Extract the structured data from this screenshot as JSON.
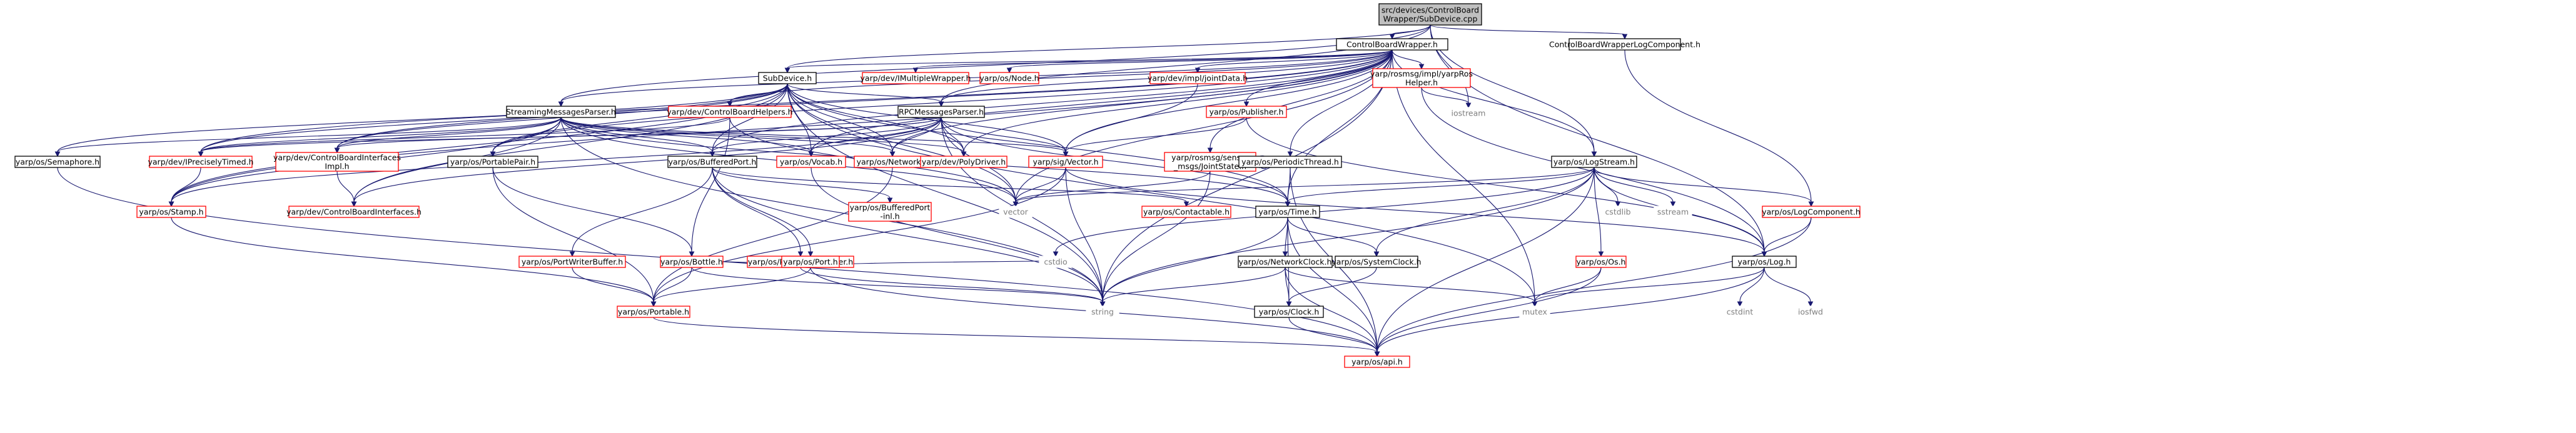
{
  "graph": {
    "nodes": [
      {
        "id": "root",
        "lines": [
          "src/devices/ControlBoard",
          "Wrapper/SubDevice.cpp"
        ],
        "style": "root"
      },
      {
        "id": "cbw",
        "lines": [
          "ControlBoardWrapper.h"
        ],
        "style": "normal"
      },
      {
        "id": "cbwlog",
        "lines": [
          "ControlBoardWrapperLogComponent.h"
        ],
        "style": "normal"
      },
      {
        "id": "subdev",
        "lines": [
          "SubDevice.h"
        ],
        "style": "normal"
      },
      {
        "id": "multwrap",
        "lines": [
          "yarp/dev/IMultipleWrapper.h"
        ],
        "style": "red"
      },
      {
        "id": "node",
        "lines": [
          "yarp/os/Node.h"
        ],
        "style": "red"
      },
      {
        "id": "jointdata",
        "lines": [
          "yarp/dev/impl/jointData.h"
        ],
        "style": "red"
      },
      {
        "id": "rosmsg",
        "lines": [
          "yarp/rosmsg/impl/yarpRos",
          "Helper.h"
        ],
        "style": "red"
      },
      {
        "id": "iostream",
        "lines": [
          "iostream"
        ],
        "style": "plain"
      },
      {
        "id": "cbhelpers",
        "lines": [
          "yarp/dev/ControlBoardHelpers.h"
        ],
        "style": "red"
      },
      {
        "id": "rpcparser",
        "lines": [
          "RPCMessagesParser.h"
        ],
        "style": "normal"
      },
      {
        "id": "publisher",
        "lines": [
          "yarp/os/Publisher.h"
        ],
        "style": "red"
      },
      {
        "id": "smparser",
        "lines": [
          "StreamingMessagesParser.h"
        ],
        "style": "normal"
      },
      {
        "id": "semaphore",
        "lines": [
          "yarp/os/Semaphore.h"
        ],
        "style": "normal"
      },
      {
        "id": "iprecise",
        "lines": [
          "yarp/dev/IPreciselyTimed.h"
        ],
        "style": "red"
      },
      {
        "id": "cbiimpl",
        "lines": [
          "yarp/dev/ControlBoardInterfaces",
          "Impl.h"
        ],
        "style": "red"
      },
      {
        "id": "portpair",
        "lines": [
          "yarp/os/PortablePair.h"
        ],
        "style": "normal"
      },
      {
        "id": "bufport",
        "lines": [
          "yarp/os/BufferedPort.h"
        ],
        "style": "normal"
      },
      {
        "id": "vocab",
        "lines": [
          "yarp/os/Vocab.h"
        ],
        "style": "red"
      },
      {
        "id": "network",
        "lines": [
          "yarp/os/Network.h"
        ],
        "style": "red"
      },
      {
        "id": "polydriver",
        "lines": [
          "yarp/dev/PolyDriver.h"
        ],
        "style": "red"
      },
      {
        "id": "sigvector",
        "lines": [
          "yarp/sig/Vector.h"
        ],
        "style": "red"
      },
      {
        "id": "jointstate",
        "lines": [
          "yarp/rosmsg/sensor",
          "_msgs/JointState.h"
        ],
        "style": "red"
      },
      {
        "id": "periodic",
        "lines": [
          "yarp/os/PeriodicThread.h"
        ],
        "style": "normal"
      },
      {
        "id": "logstream",
        "lines": [
          "yarp/os/LogStream.h"
        ],
        "style": "normal"
      },
      {
        "id": "stamp",
        "lines": [
          "yarp/os/Stamp.h"
        ],
        "style": "red"
      },
      {
        "id": "cbi",
        "lines": [
          "yarp/dev/ControlBoardInterfaces.h"
        ],
        "style": "red"
      },
      {
        "id": "bufportinl",
        "lines": [
          "yarp/os/BufferedPort",
          "-inl.h"
        ],
        "style": "red"
      },
      {
        "id": "vector",
        "lines": [
          "vector"
        ],
        "style": "plain"
      },
      {
        "id": "contactable",
        "lines": [
          "yarp/os/Contactable.h"
        ],
        "style": "red"
      },
      {
        "id": "time",
        "lines": [
          "yarp/os/Time.h"
        ],
        "style": "normal"
      },
      {
        "id": "cstdlib",
        "lines": [
          "cstdlib"
        ],
        "style": "plain"
      },
      {
        "id": "sstream",
        "lines": [
          "sstream"
        ],
        "style": "plain"
      },
      {
        "id": "logcomp",
        "lines": [
          "yarp/os/LogComponent.h"
        ],
        "style": "red"
      },
      {
        "id": "portwbuf",
        "lines": [
          "yarp/os/PortWriterBuffer.h"
        ],
        "style": "red"
      },
      {
        "id": "portrbuf",
        "lines": [
          "yarp/os/PortReaderBuffer.h"
        ],
        "style": "red"
      },
      {
        "id": "bottle",
        "lines": [
          "yarp/os/Bottle.h"
        ],
        "style": "red"
      },
      {
        "id": "port",
        "lines": [
          "yarp/os/Port.h"
        ],
        "style": "red"
      },
      {
        "id": "cstdio",
        "lines": [
          "cstdio"
        ],
        "style": "plain"
      },
      {
        "id": "netclock",
        "lines": [
          "yarp/os/NetworkClock.h"
        ],
        "style": "normal"
      },
      {
        "id": "sysclock",
        "lines": [
          "yarp/os/SystemClock.h"
        ],
        "style": "normal"
      },
      {
        "id": "os",
        "lines": [
          "yarp/os/Os.h"
        ],
        "style": "red"
      },
      {
        "id": "log",
        "lines": [
          "yarp/os/Log.h"
        ],
        "style": "normal"
      },
      {
        "id": "portable",
        "lines": [
          "yarp/os/Portable.h"
        ],
        "style": "red"
      },
      {
        "id": "string",
        "lines": [
          "string"
        ],
        "style": "plain"
      },
      {
        "id": "clock",
        "lines": [
          "yarp/os/Clock.h"
        ],
        "style": "normal"
      },
      {
        "id": "mutex",
        "lines": [
          "mutex"
        ],
        "style": "plain"
      },
      {
        "id": "cstdint",
        "lines": [
          "cstdint"
        ],
        "style": "plain"
      },
      {
        "id": "iosfwd",
        "lines": [
          "iosfwd"
        ],
        "style": "plain"
      },
      {
        "id": "api",
        "lines": [
          "yarp/os/api.h"
        ],
        "style": "red"
      }
    ],
    "edges": [
      [
        "root",
        "cbw"
      ],
      [
        "root",
        "cbwlog"
      ],
      [
        "root",
        "logstream"
      ],
      [
        "root",
        "iostream"
      ],
      [
        "root",
        "log"
      ],
      [
        "root",
        "rpcparser"
      ],
      [
        "root",
        "smparser"
      ],
      [
        "root",
        "subdev"
      ],
      [
        "cbwlog",
        "logcomp"
      ],
      [
        "cbw",
        "subdev"
      ],
      [
        "cbw",
        "multwrap"
      ],
      [
        "cbw",
        "node"
      ],
      [
        "cbw",
        "jointdata"
      ],
      [
        "cbw",
        "rosmsg"
      ],
      [
        "cbw",
        "cbhelpers"
      ],
      [
        "cbw",
        "rpcparser"
      ],
      [
        "cbw",
        "publisher"
      ],
      [
        "cbw",
        "smparser"
      ],
      [
        "cbw",
        "iprecise"
      ],
      [
        "cbw",
        "cbiimpl"
      ],
      [
        "cbw",
        "portpair"
      ],
      [
        "cbw",
        "bufport"
      ],
      [
        "cbw",
        "vocab"
      ],
      [
        "cbw",
        "network"
      ],
      [
        "cbw",
        "polydriver"
      ],
      [
        "cbw",
        "sigvector"
      ],
      [
        "cbw",
        "jointstate"
      ],
      [
        "cbw",
        "periodic"
      ],
      [
        "cbw",
        "stamp"
      ],
      [
        "cbw",
        "time"
      ],
      [
        "cbw",
        "vector"
      ],
      [
        "cbw",
        "string"
      ],
      [
        "cbw",
        "mutex"
      ],
      [
        "cbw",
        "logstream"
      ],
      [
        "rosmsg",
        "iostream"
      ],
      [
        "rosmsg",
        "log"
      ],
      [
        "jointdata",
        "sigvector"
      ],
      [
        "publisher",
        "sigvector"
      ],
      [
        "publisher",
        "log"
      ],
      [
        "subdev",
        "semaphore"
      ],
      [
        "subdev",
        "iprecise"
      ],
      [
        "subdev",
        "cbiimpl"
      ],
      [
        "subdev",
        "cbi"
      ],
      [
        "subdev",
        "portpair"
      ],
      [
        "subdev",
        "bufport"
      ],
      [
        "subdev",
        "vocab"
      ],
      [
        "subdev",
        "network"
      ],
      [
        "subdev",
        "polydriver"
      ],
      [
        "subdev",
        "sigvector"
      ],
      [
        "subdev",
        "stamp"
      ],
      [
        "subdev",
        "time"
      ],
      [
        "subdev",
        "vector"
      ],
      [
        "subdev",
        "string"
      ],
      [
        "subdev",
        "mutex"
      ],
      [
        "subdev",
        "cbhelpers"
      ],
      [
        "subdev",
        "rpcparser"
      ],
      [
        "cbhelpers",
        "bottle"
      ],
      [
        "cbhelpers",
        "vector"
      ],
      [
        "cbhelpers",
        "iprecise"
      ],
      [
        "rpcparser",
        "iprecise"
      ],
      [
        "rpcparser",
        "cbiimpl"
      ],
      [
        "rpcparser",
        "bufport"
      ],
      [
        "rpcparser",
        "vocab"
      ],
      [
        "rpcparser",
        "network"
      ],
      [
        "rpcparser",
        "polydriver"
      ],
      [
        "rpcparser",
        "sigvector"
      ],
      [
        "rpcparser",
        "stamp"
      ],
      [
        "rpcparser",
        "time"
      ],
      [
        "rpcparser",
        "vector"
      ],
      [
        "rpcparser",
        "string"
      ],
      [
        "rpcparser",
        "cbi"
      ],
      [
        "smparser",
        "semaphore"
      ],
      [
        "smparser",
        "iprecise"
      ],
      [
        "smparser",
        "cbiimpl"
      ],
      [
        "smparser",
        "cbi"
      ],
      [
        "smparser",
        "portpair"
      ],
      [
        "smparser",
        "bufport"
      ],
      [
        "smparser",
        "vocab"
      ],
      [
        "smparser",
        "network"
      ],
      [
        "smparser",
        "polydriver"
      ],
      [
        "smparser",
        "sigvector"
      ],
      [
        "smparser",
        "stamp"
      ],
      [
        "smparser",
        "time"
      ],
      [
        "smparser",
        "vector"
      ],
      [
        "smparser",
        "string"
      ],
      [
        "semaphore",
        "api"
      ],
      [
        "iprecise",
        "stamp"
      ],
      [
        "cbiimpl",
        "cbi"
      ],
      [
        "portpair",
        "portable"
      ],
      [
        "portpair",
        "bottle"
      ],
      [
        "bufport",
        "bufportinl"
      ],
      [
        "bufport",
        "contactable"
      ],
      [
        "bufport",
        "portwbuf"
      ],
      [
        "bufport",
        "portrbuf"
      ],
      [
        "bufport",
        "port"
      ],
      [
        "bufport",
        "string"
      ],
      [
        "vocab",
        "string"
      ],
      [
        "network",
        "portable"
      ],
      [
        "sigvector",
        "vector"
      ],
      [
        "sigvector",
        "string"
      ],
      [
        "sigvector",
        "log"
      ],
      [
        "sigvector",
        "portable"
      ],
      [
        "jointstate",
        "jointstate"
      ],
      [
        "jointstate",
        "vector"
      ],
      [
        "jointstate",
        "string"
      ],
      [
        "periodic",
        "time"
      ],
      [
        "periodic",
        "api"
      ],
      [
        "logstream",
        "vector"
      ],
      [
        "logstream",
        "time"
      ],
      [
        "logstream",
        "cstdlib"
      ],
      [
        "logstream",
        "sstream"
      ],
      [
        "logstream",
        "logcomp"
      ],
      [
        "logstream",
        "os"
      ],
      [
        "logstream",
        "log"
      ],
      [
        "logstream",
        "sysclock"
      ],
      [
        "logstream",
        "string"
      ],
      [
        "logstream",
        "cstdio"
      ],
      [
        "logstream",
        "api"
      ],
      [
        "stamp",
        "portable"
      ],
      [
        "time",
        "clock"
      ],
      [
        "time",
        "netclock"
      ],
      [
        "time",
        "sysclock"
      ],
      [
        "time",
        "string"
      ],
      [
        "time",
        "api"
      ],
      [
        "logcomp",
        "log"
      ],
      [
        "logcomp",
        "api"
      ],
      [
        "portwbuf",
        "portable"
      ],
      [
        "portrbuf",
        "bottle"
      ],
      [
        "portrbuf",
        "port"
      ],
      [
        "portrbuf",
        "cstdio"
      ],
      [
        "portrbuf",
        "string"
      ],
      [
        "bottle",
        "portable"
      ],
      [
        "bottle",
        "string"
      ],
      [
        "port",
        "portable"
      ],
      [
        "port",
        "api"
      ],
      [
        "netclock",
        "clock"
      ],
      [
        "netclock",
        "mutex"
      ],
      [
        "netclock",
        "string"
      ],
      [
        "netclock",
        "api"
      ],
      [
        "sysclock",
        "clock"
      ],
      [
        "os",
        "mutex"
      ],
      [
        "os",
        "api"
      ],
      [
        "log",
        "mutex"
      ],
      [
        "log",
        "cstdint"
      ],
      [
        "log",
        "iosfwd"
      ],
      [
        "log",
        "api"
      ],
      [
        "portable",
        "api"
      ],
      [
        "clock",
        "api"
      ]
    ]
  }
}
